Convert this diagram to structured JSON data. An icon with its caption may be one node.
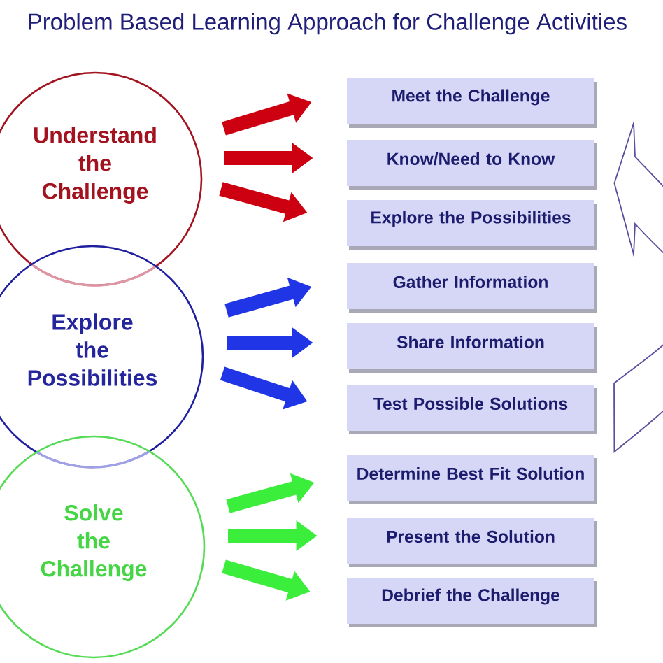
{
  "diagram": {
    "title": "Problem Based Learning Approach for Challenge Activities",
    "nodes": [
      {
        "text": [
          "Understand the Challenge"
        ]
      },
      {
        "text": [
          "Explore the Possibilities"
        ]
      },
      {
        "text": [
          "Solve the Challenge"
        ]
      },
      {
        "text": [
          "Meet the Challenge"
        ]
      },
      {
        "text": [
          "Know/Need to Know"
        ]
      },
      {
        "text": [
          "Explore the Possibilities"
        ]
      },
      {
        "text": [
          "Gather Information"
        ]
      },
      {
        "text": [
          "Share Information"
        ]
      },
      {
        "text": [
          "Test Possible Solutions"
        ]
      },
      {
        "text": [
          "Determine Best Fit Solution"
        ]
      },
      {
        "text": [
          "Present the Solution"
        ]
      },
      {
        "text": [
          "Debrief the Challenge"
        ]
      }
    ],
    "edges": [
      {
        "from": 0,
        "to": 3,
        "arrow": "to",
        "color": "#cc0011"
      },
      {
        "from": 0,
        "to": 4,
        "arrow": "to",
        "color": "#cc0011"
      },
      {
        "from": 0,
        "to": 5,
        "arrow": "to",
        "color": "#cc0011"
      },
      {
        "from": 1,
        "to": 6,
        "arrow": "to",
        "color": "#1f35e6"
      },
      {
        "from": 1,
        "to": 7,
        "arrow": "to",
        "color": "#1f35e6"
      },
      {
        "from": 1,
        "to": 8,
        "arrow": "to",
        "color": "#1f35e6"
      },
      {
        "from": 2,
        "to": 9,
        "arrow": "to",
        "color": "#3cee3c"
      },
      {
        "from": 2,
        "to": 10,
        "arrow": "to",
        "color": "#3cee3c"
      },
      {
        "from": 2,
        "to": 11,
        "arrow": "to",
        "color": "#3cee3c"
      },
      {
        "from": 8,
        "to": 4,
        "arrow": "to",
        "color": "#5b4e9e"
      }
    ]
  }
}
